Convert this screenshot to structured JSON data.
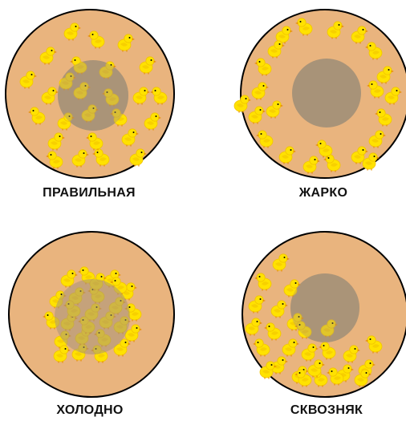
{
  "colors": {
    "outline": "#000000",
    "floor": "#e9b47e",
    "heat_zone": "#a89378",
    "chick": "#ffe200",
    "chick_shade": "#f2c400",
    "beak": "#e88f00",
    "eye": "#000000",
    "label_text": "#111111"
  },
  "icon": "chick-icon",
  "panels": [
    {
      "label": "ПРАВИЛЬНАЯ",
      "state": "even"
    },
    {
      "label": "ЖАРКО",
      "state": "hot"
    },
    {
      "label": "ХОЛОДНО",
      "state": "cold"
    },
    {
      "label": "СКВОЗНЯК",
      "state": "draft"
    }
  ]
}
